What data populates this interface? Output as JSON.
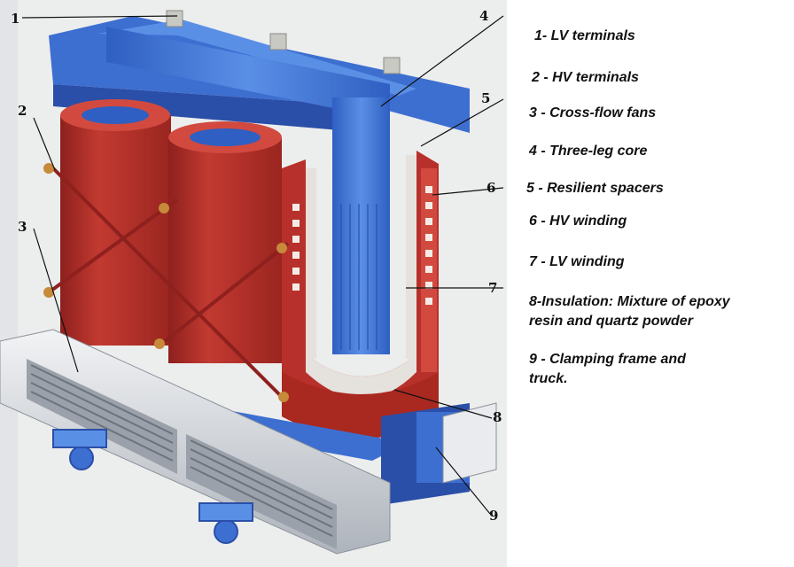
{
  "figure": {
    "callouts": [
      "1",
      "2",
      "3",
      "4",
      "5",
      "6",
      "7",
      "8",
      "9"
    ],
    "legend": [
      "1- LV terminals",
      "2 - HV terminals",
      "3 - Cross-flow fans",
      "4 - Three-leg core",
      "5 - Resilient spacers",
      "6 - HV winding",
      "7 - LV winding",
      "8-Insulation: Mixture of epoxy resin and quartz powder",
      "9 - Clamping frame and truck."
    ],
    "colors": {
      "frame_blue": "#3d6fd1",
      "frame_blue_dark": "#2a4fa8",
      "core_blue": "#4a82e0",
      "coil_red": "#b8302b",
      "coil_red_dark": "#8e201d",
      "coil_red_light": "#d24a3f",
      "terminal_bronze": "#c68a3a",
      "fan_grey": "#d7dbe0",
      "background_grey": "#e3e4e7"
    }
  }
}
